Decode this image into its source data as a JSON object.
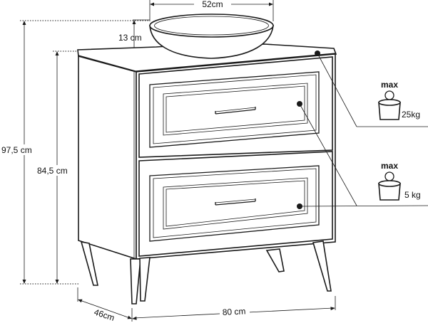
{
  "dimensions": {
    "sink_width": "52cm",
    "sink_height": "13 cm",
    "total_height": "97,5 cm",
    "cabinet_height": "84,5 cm",
    "depth": "46cm",
    "width": "80 cm"
  },
  "load_limits": {
    "top": {
      "label": "max",
      "value": "25kg"
    },
    "drawers": {
      "label": "max",
      "value": "5 kg"
    }
  },
  "colors": {
    "line": "#1a1a1a",
    "background": "#ffffff"
  }
}
